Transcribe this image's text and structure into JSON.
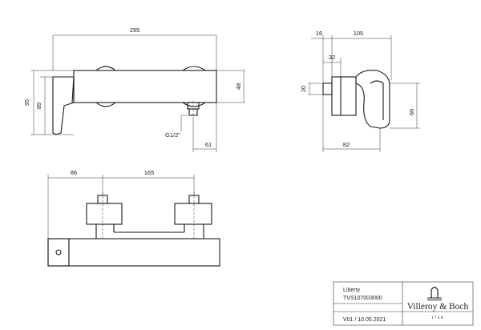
{
  "dimensions": {
    "front_width": "295",
    "front_height_outer": "95",
    "front_height_inner": "89",
    "front_right_height": "48",
    "outlet_thread": "G1/2\"",
    "outlet_offset": "61",
    "side_top_small": "16",
    "side_top_total": "105",
    "side_inner": "32",
    "side_left_height": "20",
    "side_right_height": "66",
    "side_bottom": "82",
    "top_left": "86",
    "top_spacing": "165"
  },
  "title_block": {
    "product": "Liberty",
    "code": "TVS107003000",
    "version_date": "V01 / 10.05.2021",
    "brand": "Villeroy & Boch",
    "year": "1748"
  }
}
